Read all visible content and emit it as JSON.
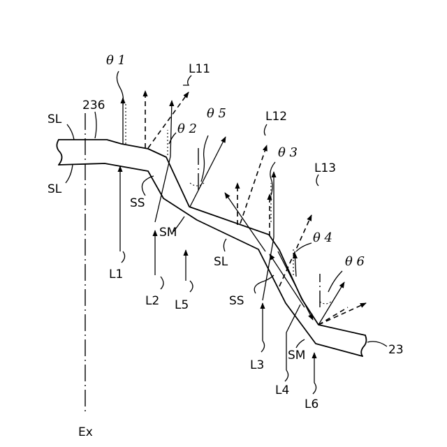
{
  "figure": {
    "labels": {
      "theta1": "θ 1",
      "theta2": "θ 2",
      "theta3": "θ 3",
      "theta4": "θ 4",
      "theta5": "θ 5",
      "theta6": "θ 6",
      "L11": "L11",
      "L12": "L12",
      "L13": "L13",
      "ref236": "236",
      "ref23": "23",
      "SL_top": "SL",
      "SL_bottom": "SL",
      "SL_middle": "SL",
      "SS_left": "SS",
      "SS_right": "SS",
      "SM_left": "SM",
      "SM_right": "SM",
      "L1": "L1",
      "L2": "L2",
      "L3": "L3",
      "L4": "L4",
      "L5": "L5",
      "L6": "L6",
      "Ex": "Ex"
    }
  }
}
